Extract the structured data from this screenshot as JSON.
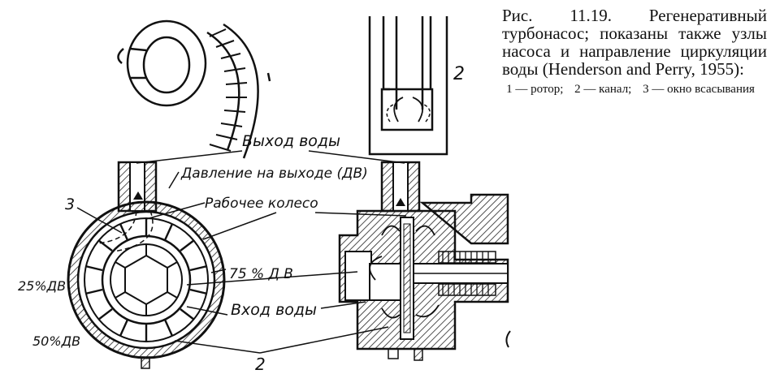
{
  "caption": {
    "main": "Рис. 11.19. Регенератив­ный турбонасос; показа­ны также узлы насоса и направление циркуля­ции воды (Henderson and Perry, 1955):",
    "legend": [
      "1 — ротор;",
      "2 — канал;",
      "3 — окно всасывания"
    ]
  },
  "labels": {
    "water_out": "Выход воды",
    "outlet_pressure": "Давление на выходе (ДВ)",
    "impeller": "Рабочее колесо",
    "num_3": "3",
    "pct_25": "25%ДВ",
    "pct_75": "75 % Д В",
    "water_in": "Вход воды",
    "pct_50": "50%ДВ",
    "num_2_bottom": "2",
    "num_2_top": "2"
  }
}
